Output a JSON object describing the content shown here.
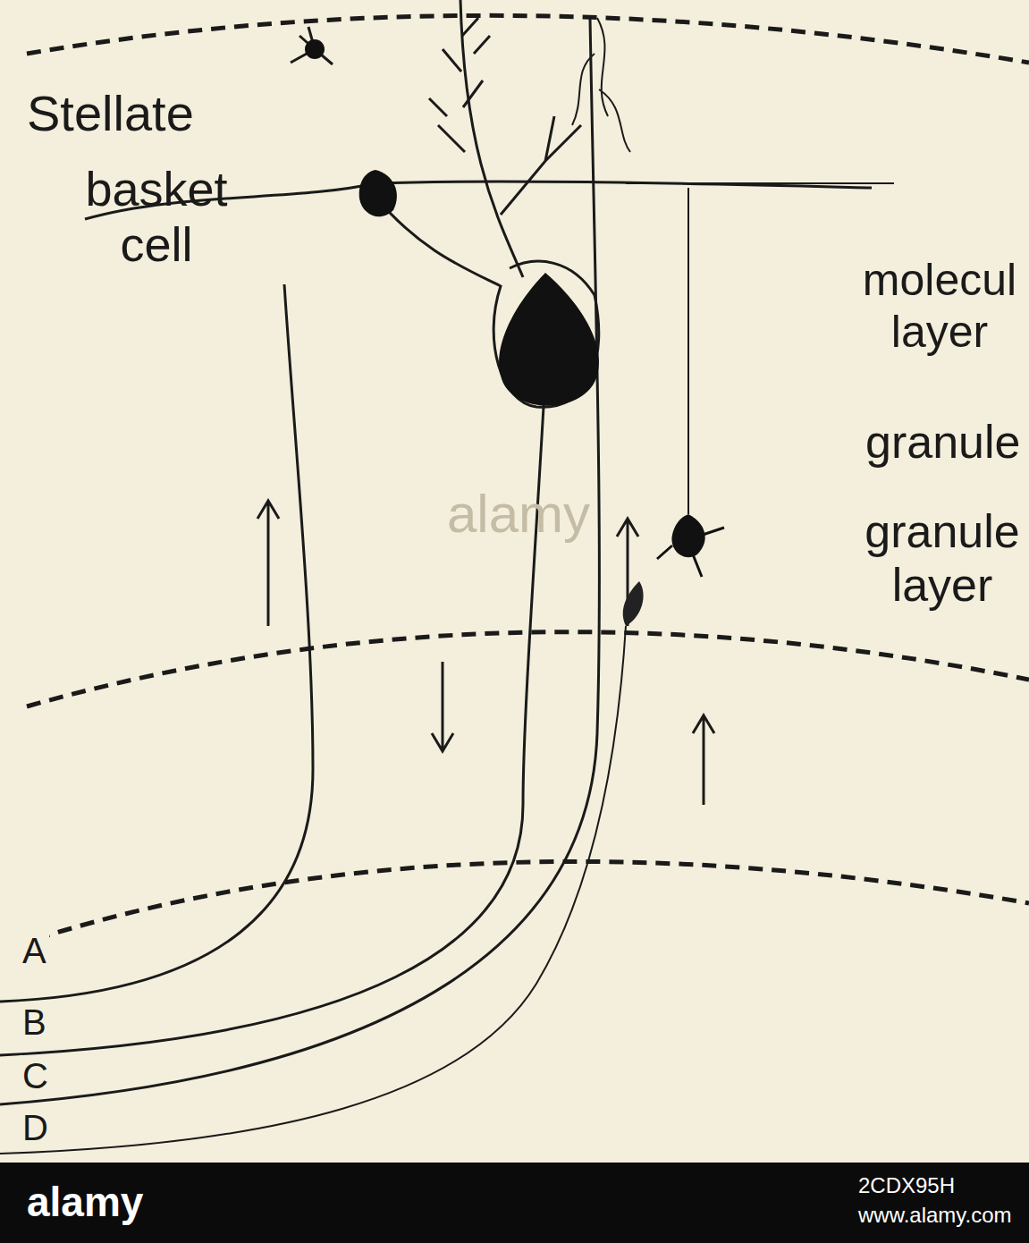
{
  "diagram": {
    "labels": [
      "Stellate",
      "basket cell",
      "molecul layer",
      "granule",
      "granule layer",
      "A",
      "B",
      "C",
      "D",
      "alamy",
      "alamy",
      "2CDX95H",
      "www.alamy.com"
    ]
  }
}
